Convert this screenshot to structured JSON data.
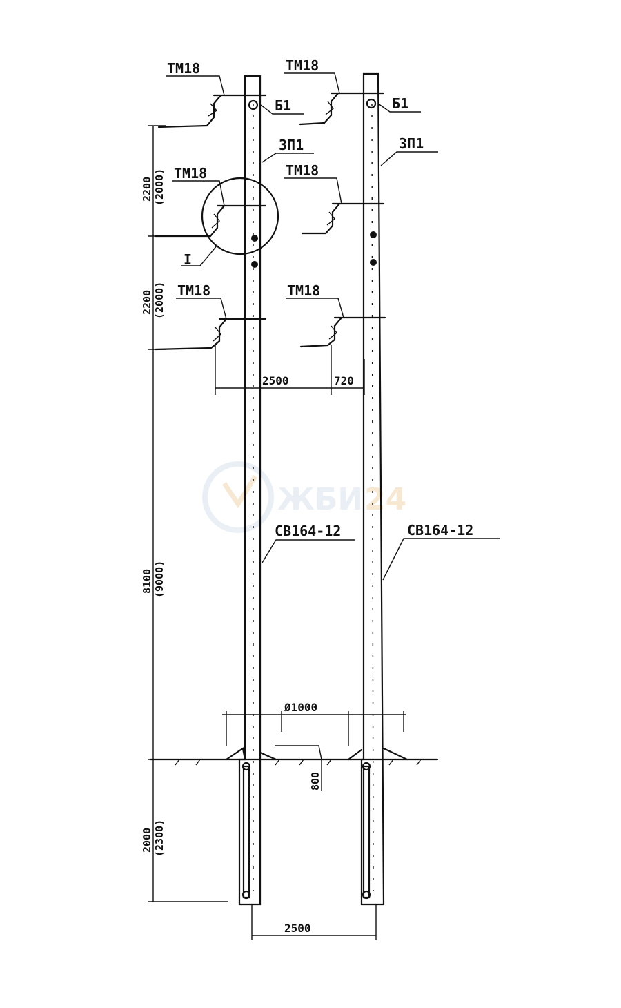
{
  "watermark": {
    "text": "ЖБИ",
    "accent": "24"
  },
  "labels": {
    "crossarm": "ТМ18",
    "bracket": "Б1",
    "ground_wire": "ЗП1",
    "pole": "СВ164-12",
    "detail": "I"
  },
  "dimensions": {
    "span_poles": "2500",
    "offset": "720",
    "bottom_span": "2500",
    "hole_diameter": "Ø1000",
    "ground_depth": "800",
    "v_top": "2200",
    "v_top_alt": "(2000)",
    "v_mid": "2200",
    "v_mid_alt": "(2000)",
    "v_long": "8100",
    "v_long_alt": "(9000)",
    "v_underground": "2000",
    "v_underground_alt": "(2300)"
  },
  "colors": {
    "ink": "#111111",
    "watermark": "#e8eef5",
    "watermark_accent": "#f6e6cf"
  }
}
